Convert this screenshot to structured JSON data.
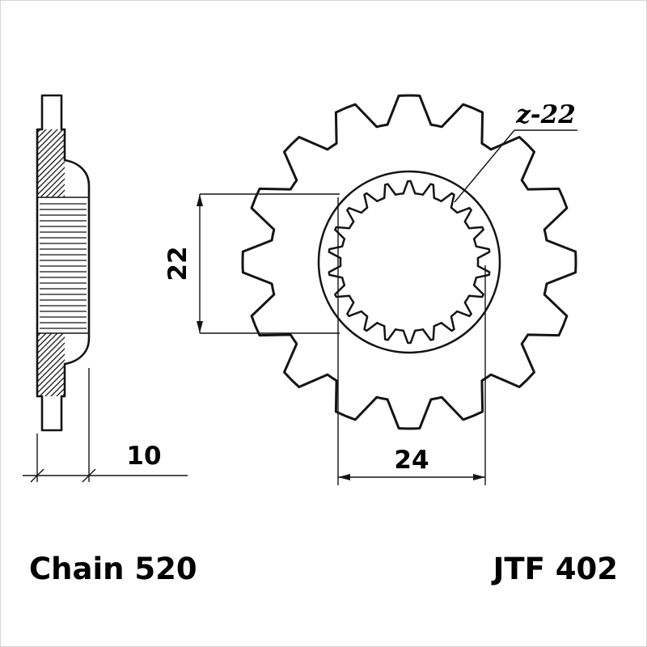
{
  "drawing": {
    "labels": {
      "chain": "Chain 520",
      "part_number": "JTF 402",
      "spline_teeth": "z-22",
      "dim_bore": "22",
      "dim_outer": "24",
      "dim_width": "10"
    }
  }
}
